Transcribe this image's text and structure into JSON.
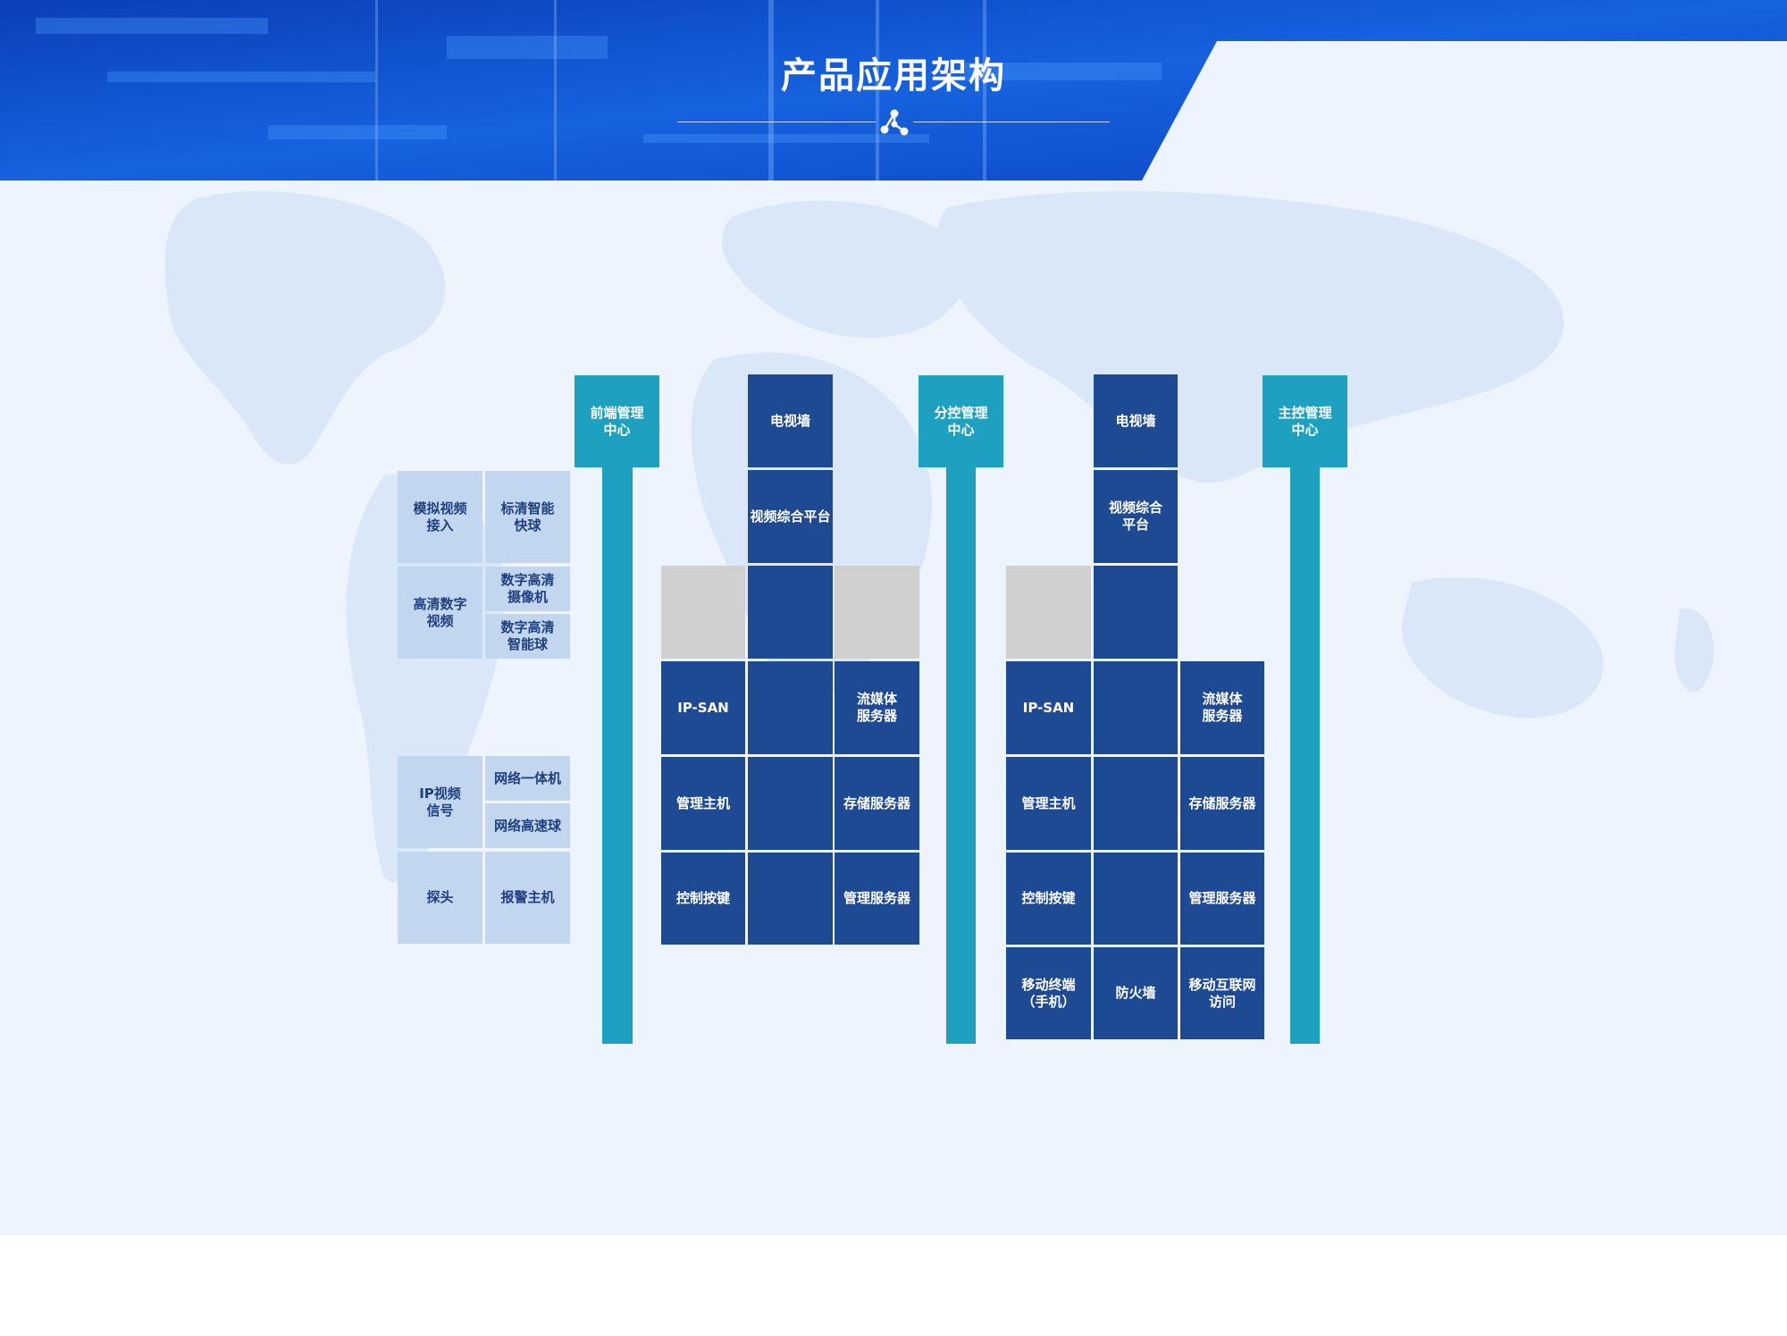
{
  "header": {
    "title": "产品应用架构"
  },
  "colors": {
    "header_blue": "#0f4fc9",
    "dark_box": "#1e4a94",
    "light_box": "#c2d6ef",
    "center_teal": "#1ea1c1",
    "inactive_gray": "#d0d0d0",
    "map_bg": "#eef4fd",
    "map_land": "#d9e7f8"
  },
  "icons": {
    "title_divider": "network-nodes-icon"
  },
  "diagram": {
    "centers": {
      "front": "前端管理\n中心",
      "branch": "分控管理\n中心",
      "main": "主控管理\n中心"
    },
    "front_devices": {
      "analog_video": "模拟视频\n接入",
      "sd_dome": "标清智能\n快球",
      "hd_digital_video": "高清数字\n视频",
      "hd_camera": "数字高清\n摄像机",
      "hd_dome": "数字高清\n智能球",
      "ip_video_signal": "IP视频\n信号",
      "network_all_in_one": "网络一体机",
      "network_speed_dome": "网络高速球",
      "probe": "探头",
      "alarm_host": "报警主机"
    },
    "branch_stack": {
      "video_wall": "电视墙",
      "video_platform": "视频综合平台",
      "ip_san": "IP-SAN",
      "streaming_server": "流媒体\n服务器",
      "management_host": "管理主机",
      "storage_server": "存储服务器",
      "control_keyboard": "控制按键",
      "management_server": "管理服务器"
    },
    "main_stack": {
      "video_wall": "电视墙",
      "video_platform": "视频综合\n平台",
      "ip_san": "IP-SAN",
      "streaming_server": "流媒体\n服务器",
      "management_host": "管理主机",
      "storage_server": "存储服务器",
      "control_keyboard": "控制按键",
      "management_server": "管理服务器",
      "mobile_terminal": "移动终端\n（手机）",
      "firewall": "防火墙",
      "mobile_internet_access": "移动互联网\n访问"
    }
  }
}
